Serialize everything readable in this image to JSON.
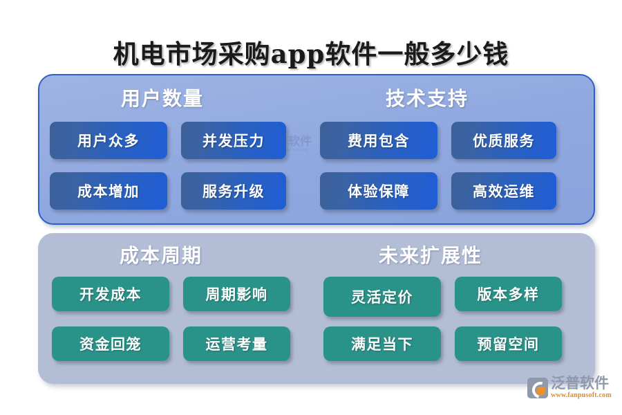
{
  "page": {
    "title": "机电市场采购app软件一般多少钱",
    "background_color": "#ffffff"
  },
  "watermark": {
    "name_cn": "泛普软件",
    "name_en": "FANPU SOFTWARE"
  },
  "brand": {
    "name_cn": "泛普软件",
    "url": "www.fanpusoft.com",
    "mark_color": "#8e99ab",
    "accent_color": "#e8912e"
  },
  "panels": [
    {
      "id": "panel-blue",
      "accent_color": "#2f5ec4",
      "fill_color": "#94ace0",
      "card_color": "#2a60bf",
      "sections": [
        {
          "heading": "用户数量",
          "cards": [
            "用户众多",
            "并发压力",
            "成本增加",
            "服务升级"
          ]
        },
        {
          "heading": "技术支持",
          "cards": [
            "费用包含",
            "优质服务",
            "体验保障",
            "高效运维"
          ]
        }
      ]
    },
    {
      "id": "panel-gray",
      "accent_color": "#b3bed6",
      "fill_color": "#b3bed6",
      "card_color": "#2a9389",
      "sections": [
        {
          "heading": "成本周期",
          "cards": [
            "开发成本",
            "周期影响",
            "资金回笼",
            "运营考量"
          ]
        },
        {
          "heading": "未来扩展性",
          "cards": [
            "灵活定价",
            "版本多样",
            "满足当下",
            "预留空间"
          ]
        }
      ]
    }
  ]
}
